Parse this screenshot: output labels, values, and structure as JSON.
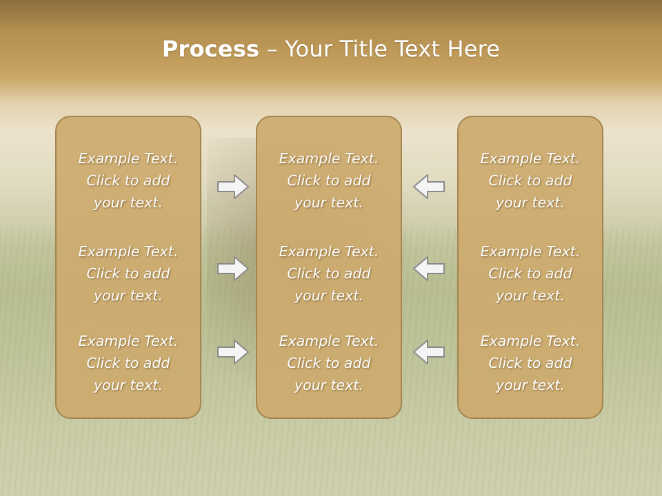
{
  "title": {
    "bold": "Process",
    "rest": " – Your Title Text Here"
  },
  "columns": [
    {
      "cells": [
        {
          "line1": "Example Text.",
          "line2": "Click  to add",
          "line3": "your text."
        },
        {
          "line1": "Example Text.",
          "line2": "Click  to add",
          "line3": "your text."
        },
        {
          "line1": "Example Text.",
          "line2": "Click  to add",
          "line3": "your text."
        }
      ]
    },
    {
      "cells": [
        {
          "line1": "Example Text.",
          "line2": "Click  to add",
          "line3": "your text."
        },
        {
          "line1": "Example Text.",
          "line2": "Click  to add",
          "line3": "your text."
        },
        {
          "line1": "Example Text.",
          "line2": "Click  to add",
          "line3": "your text."
        }
      ]
    },
    {
      "cells": [
        {
          "line1": "Example Text.",
          "line2": "Click  to add",
          "line3": "your text."
        },
        {
          "line1": "Example Text.",
          "line2": "Click  to add",
          "line3": "your text."
        },
        {
          "line1": "Example Text.",
          "line2": "Click  to add",
          "line3": "your text."
        }
      ]
    }
  ],
  "arrows": {
    "left_group": "arrow-right-icon",
    "right_group": "arrow-left-icon"
  },
  "colors": {
    "panel": "#cdaa6e",
    "panel_border": "#a48450",
    "header": "#b48f4f",
    "arrow_fill": "#f4f4f4",
    "arrow_stroke": "#8a8a8a"
  }
}
